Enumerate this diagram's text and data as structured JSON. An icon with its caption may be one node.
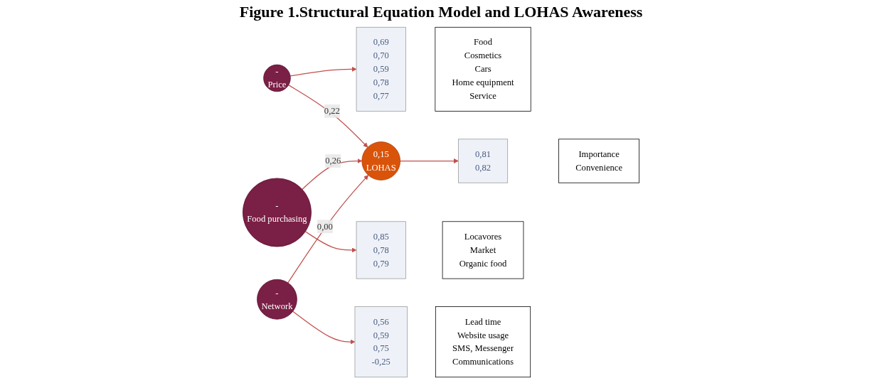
{
  "diagram": {
    "title": "Figure 1.Structural Equation Model and LOHAS Awareness",
    "nodes": [
      {
        "text": [
          "-",
          "Price"
        ]
      },
      {
        "text": [
          "0,69",
          "0,70",
          "0,59",
          "0,78",
          "0,77"
        ]
      },
      {
        "text": [
          "Food",
          "Cosmetics",
          "Cars",
          "Home equipment",
          "Service"
        ]
      },
      {
        "text": [
          "Importance",
          "Convenience"
        ]
      },
      {
        "text": [
          "0,81",
          "0,82"
        ]
      },
      {
        "text": [
          "0,15",
          "LOHAS"
        ]
      },
      {
        "text": [
          "-",
          "Food purchasing"
        ]
      },
      {
        "text": [
          "0,85",
          "0,78",
          "0,79"
        ]
      },
      {
        "text": [
          "Locavores",
          "Market",
          "Organic food"
        ]
      },
      {
        "text": [
          "-",
          "Network"
        ]
      },
      {
        "text": [
          "0,56",
          "0,59",
          "0,75",
          "-0,25"
        ]
      },
      {
        "text": [
          "Lead time",
          "Website usage",
          "SMS, Messenger",
          "Communications"
        ]
      }
    ],
    "edges": [
      {
        "from": 0,
        "to": 1,
        "arrow": "to"
      },
      {
        "from": 0,
        "to": 5,
        "arrow": "to",
        "label": "0,22"
      },
      {
        "from": 5,
        "to": 4,
        "arrow": "to"
      },
      {
        "from": 6,
        "to": 5,
        "arrow": "to",
        "label": "0,26"
      },
      {
        "from": 6,
        "to": 7,
        "arrow": "to"
      },
      {
        "from": 9,
        "to": 5,
        "arrow": "to",
        "label": "0,00"
      },
      {
        "from": 9,
        "to": 10,
        "arrow": "to"
      }
    ]
  }
}
